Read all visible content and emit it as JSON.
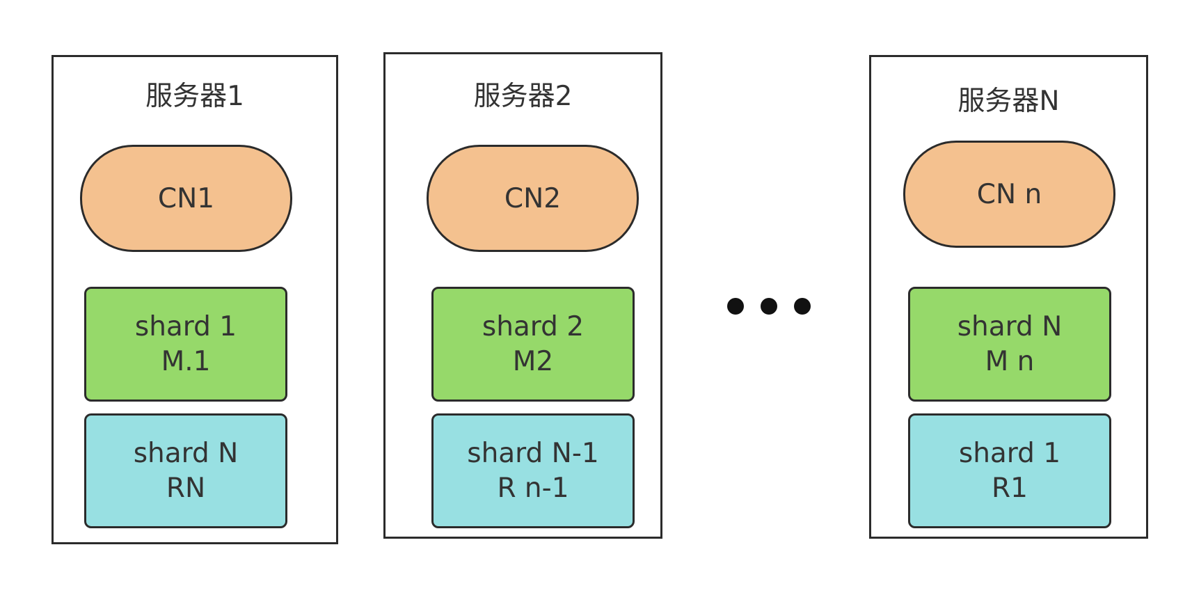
{
  "servers": [
    {
      "title": "服务器1",
      "cn": "CN1",
      "primary_shard": {
        "line1": "shard 1",
        "line2": "M.1"
      },
      "replica_shard": {
        "line1": "shard N",
        "line2": "RN"
      }
    },
    {
      "title": "服务器2",
      "cn": "CN2",
      "primary_shard": {
        "line1": "shard 2",
        "line2": "M2"
      },
      "replica_shard": {
        "line1": "shard N-1",
        "line2": "R n-1"
      }
    },
    {
      "title": "服务器N",
      "cn": "CN n",
      "primary_shard": {
        "line1": "shard N",
        "line2": "M n"
      },
      "replica_shard": {
        "line1": "shard 1",
        "line2": "R1"
      }
    }
  ],
  "colors": {
    "cn_fill": "#f4c18f",
    "primary_shard_fill": "#96d96a",
    "replica_shard_fill": "#98e0e2",
    "border": "#2b2b2b"
  },
  "ellipsis_icon": "three-dots-icon"
}
